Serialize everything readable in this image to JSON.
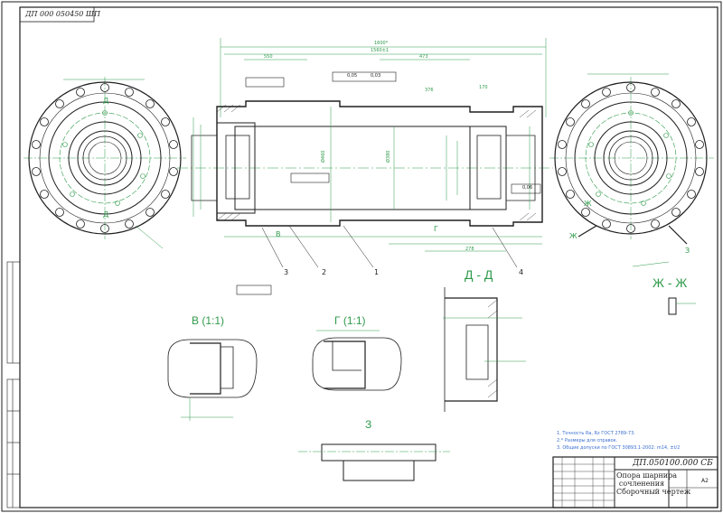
{
  "drawing": {
    "top_code": "ДП 000 050450 ШП",
    "designation": "ДП.050100.000 СБ",
    "title_lines": [
      "Опора шарнира",
      "сочленения",
      "Сборочный чертеж"
    ],
    "sheet_format": "А2"
  },
  "views": {
    "section_dd": "Д - Д",
    "section_zhzh": "Ж - Ж",
    "detail_v": "В (1:1)",
    "detail_g": "Г (1:1)",
    "view_z": "З"
  },
  "position_labels": [
    "1",
    "2",
    "3",
    "4"
  ],
  "marks": {
    "v": "В",
    "g": "Г",
    "zh": "Ж",
    "z": "З",
    "d": "Д"
  },
  "notes": [
    "1. Точность Ra, Rz ГОСТ 2789-73.",
    "2.* Размеры для справок.",
    "3. Общие допуски по ГОСТ 30893.1-2002: m14, ±t/2"
  ],
  "dimensions": {
    "overall_length": "1600*",
    "length_2": "1560±1",
    "length_3": "550",
    "length_4": "473",
    "length_5": "376",
    "length_6": "278",
    "length_7": "170",
    "tol_1": "0,05",
    "tol_2": "0,03",
    "tol_3": "0,06",
    "diam_1": "Ø460",
    "diam_2": "Ø380"
  },
  "colors": {
    "line": "#1e1e1e",
    "dimension": "#2f9a4a",
    "note": "#3a6fd0",
    "paper": "#ffffff"
  }
}
